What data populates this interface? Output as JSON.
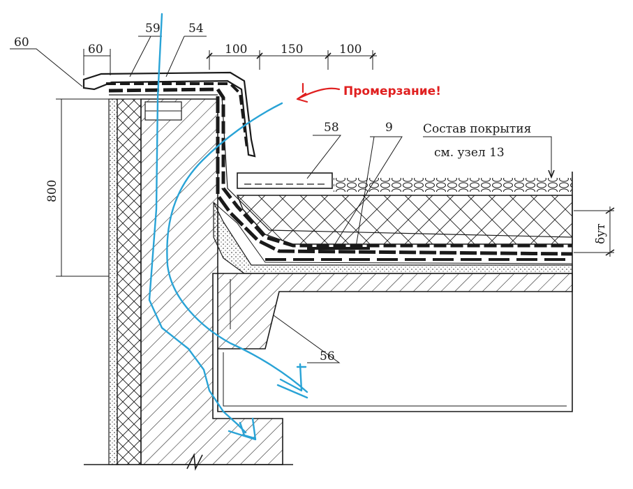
{
  "labels": {
    "callout_60": "60",
    "callout_59": "59",
    "callout_54": "54",
    "callout_58": "58",
    "callout_9": "9",
    "callout_56": "56",
    "dim_60": "60",
    "dim_100_a": "100",
    "dim_150": "150",
    "dim_100_b": "100",
    "dim_800": "800",
    "insulation_thickness": "δут"
  },
  "notes": {
    "composition_line1": "Состав покрытия",
    "composition_line2": "см. узел 13",
    "freezing_warning": "Промерзание!"
  },
  "colors": {
    "drawing_ink": "#1a1a1a",
    "heat_flow_annotation": "#29a3d6",
    "warning_annotation": "#e02020"
  }
}
